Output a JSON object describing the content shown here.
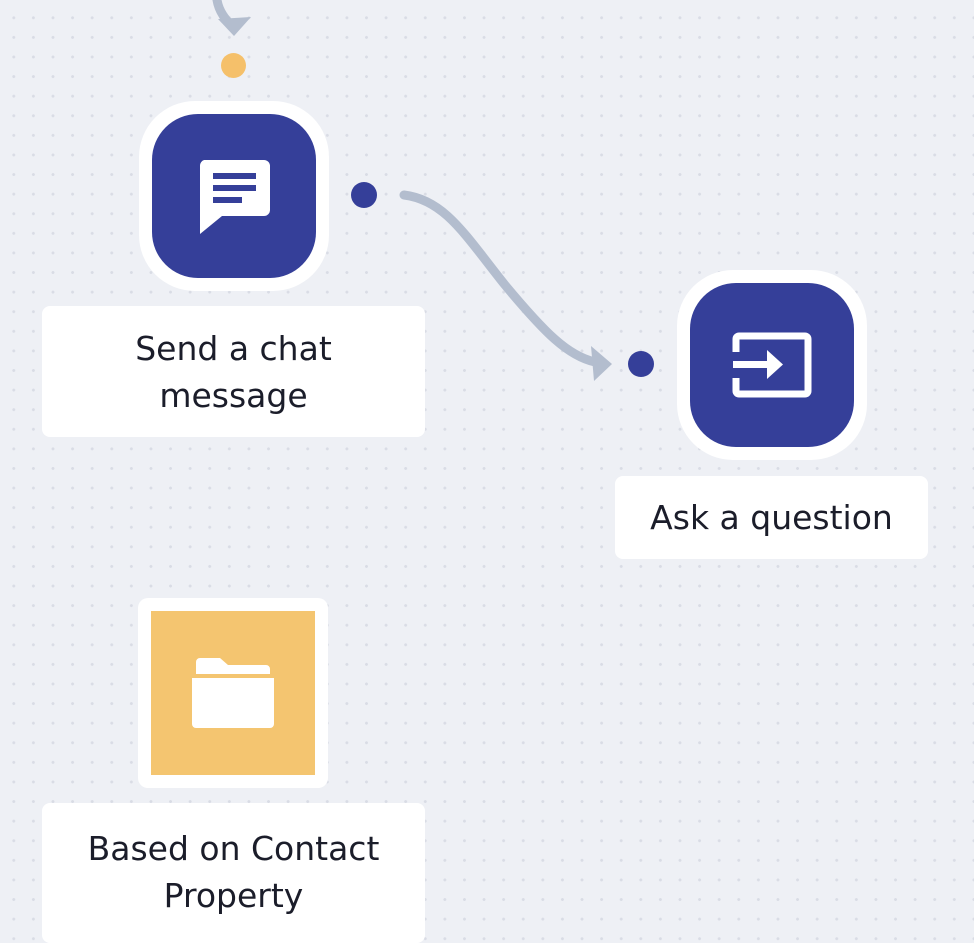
{
  "colors": {
    "canvas_bg": "#eef0f5",
    "grid_dot": "#d9dce5",
    "action_node": "#353f99",
    "condition_node": "#f4c570",
    "connector": "#b3bdce",
    "port_action": "#353f99",
    "port_trigger": "#f5c06a",
    "node_frame": "#ffffff",
    "label_text": "#1b1d2a"
  },
  "nodes": {
    "send_chat": {
      "icon": "chat-message-icon",
      "label": "Send a chat message"
    },
    "ask_question": {
      "icon": "input-arrow-icon",
      "label": "Ask a question"
    },
    "contact_condition": {
      "icon": "folder-icon",
      "label": "Based on Contact Property"
    }
  },
  "ports": {
    "send_chat_in": "trigger",
    "send_chat_out": "action",
    "ask_question_in": "action"
  },
  "connectors": [
    {
      "from": "previous-step",
      "to": "send_chat"
    },
    {
      "from": "send_chat",
      "to": "ask_question"
    }
  ]
}
